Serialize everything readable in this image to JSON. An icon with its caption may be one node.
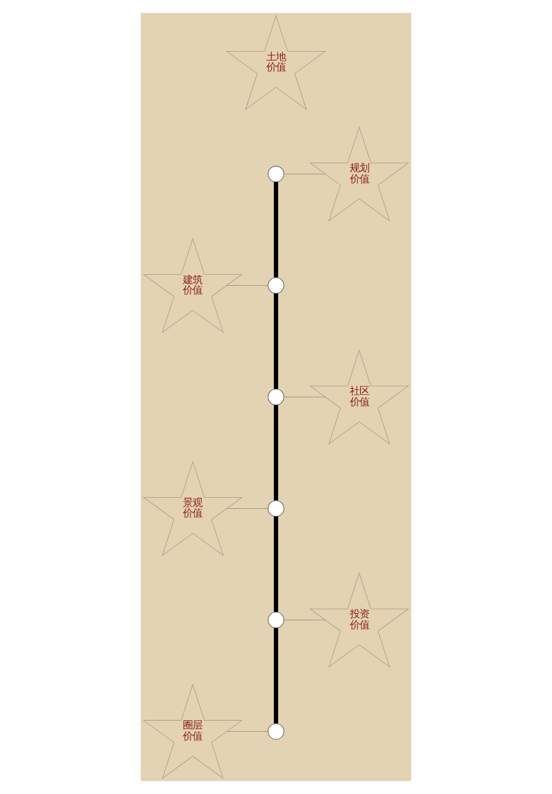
{
  "diagram": {
    "nodes": [
      {
        "text": [
          "土地价值"
        ]
      },
      {
        "text": [],
        "shape": "circle"
      },
      {
        "text": [
          "规划价值"
        ]
      },
      {
        "text": [],
        "shape": "circle"
      },
      {
        "text": [
          "建筑价值"
        ]
      },
      {
        "text": [],
        "shape": "circle"
      },
      {
        "text": [
          "社区价值"
        ]
      },
      {
        "text": [],
        "shape": "circle"
      },
      {
        "text": [
          "景观价值"
        ]
      },
      {
        "text": [],
        "shape": "circle"
      },
      {
        "text": [
          "投资价值"
        ]
      },
      {
        "text": [],
        "shape": "circle"
      },
      {
        "text": [
          "圈层价值"
        ]
      }
    ],
    "edges": [
      {
        "from": 1,
        "to": 3,
        "arrow": "none",
        "style": "thick",
        "color": "#000000"
      },
      {
        "from": 3,
        "to": 5,
        "arrow": "none",
        "style": "thick",
        "color": "#000000"
      },
      {
        "from": 5,
        "to": 7,
        "arrow": "none",
        "style": "thick",
        "color": "#000000"
      },
      {
        "from": 7,
        "to": 9,
        "arrow": "none",
        "style": "thick",
        "color": "#000000"
      },
      {
        "from": 9,
        "to": 11,
        "arrow": "none",
        "style": "thick",
        "color": "#000000"
      },
      {
        "from": 1,
        "to": 2,
        "arrow": "none"
      },
      {
        "from": 4,
        "to": 3,
        "arrow": "none"
      },
      {
        "from": 5,
        "to": 6,
        "arrow": "none"
      },
      {
        "from": 8,
        "to": 7,
        "arrow": "none"
      },
      {
        "from": 9,
        "to": 10,
        "arrow": "none"
      },
      {
        "from": 12,
        "to": 11,
        "arrow": "none"
      }
    ]
  }
}
